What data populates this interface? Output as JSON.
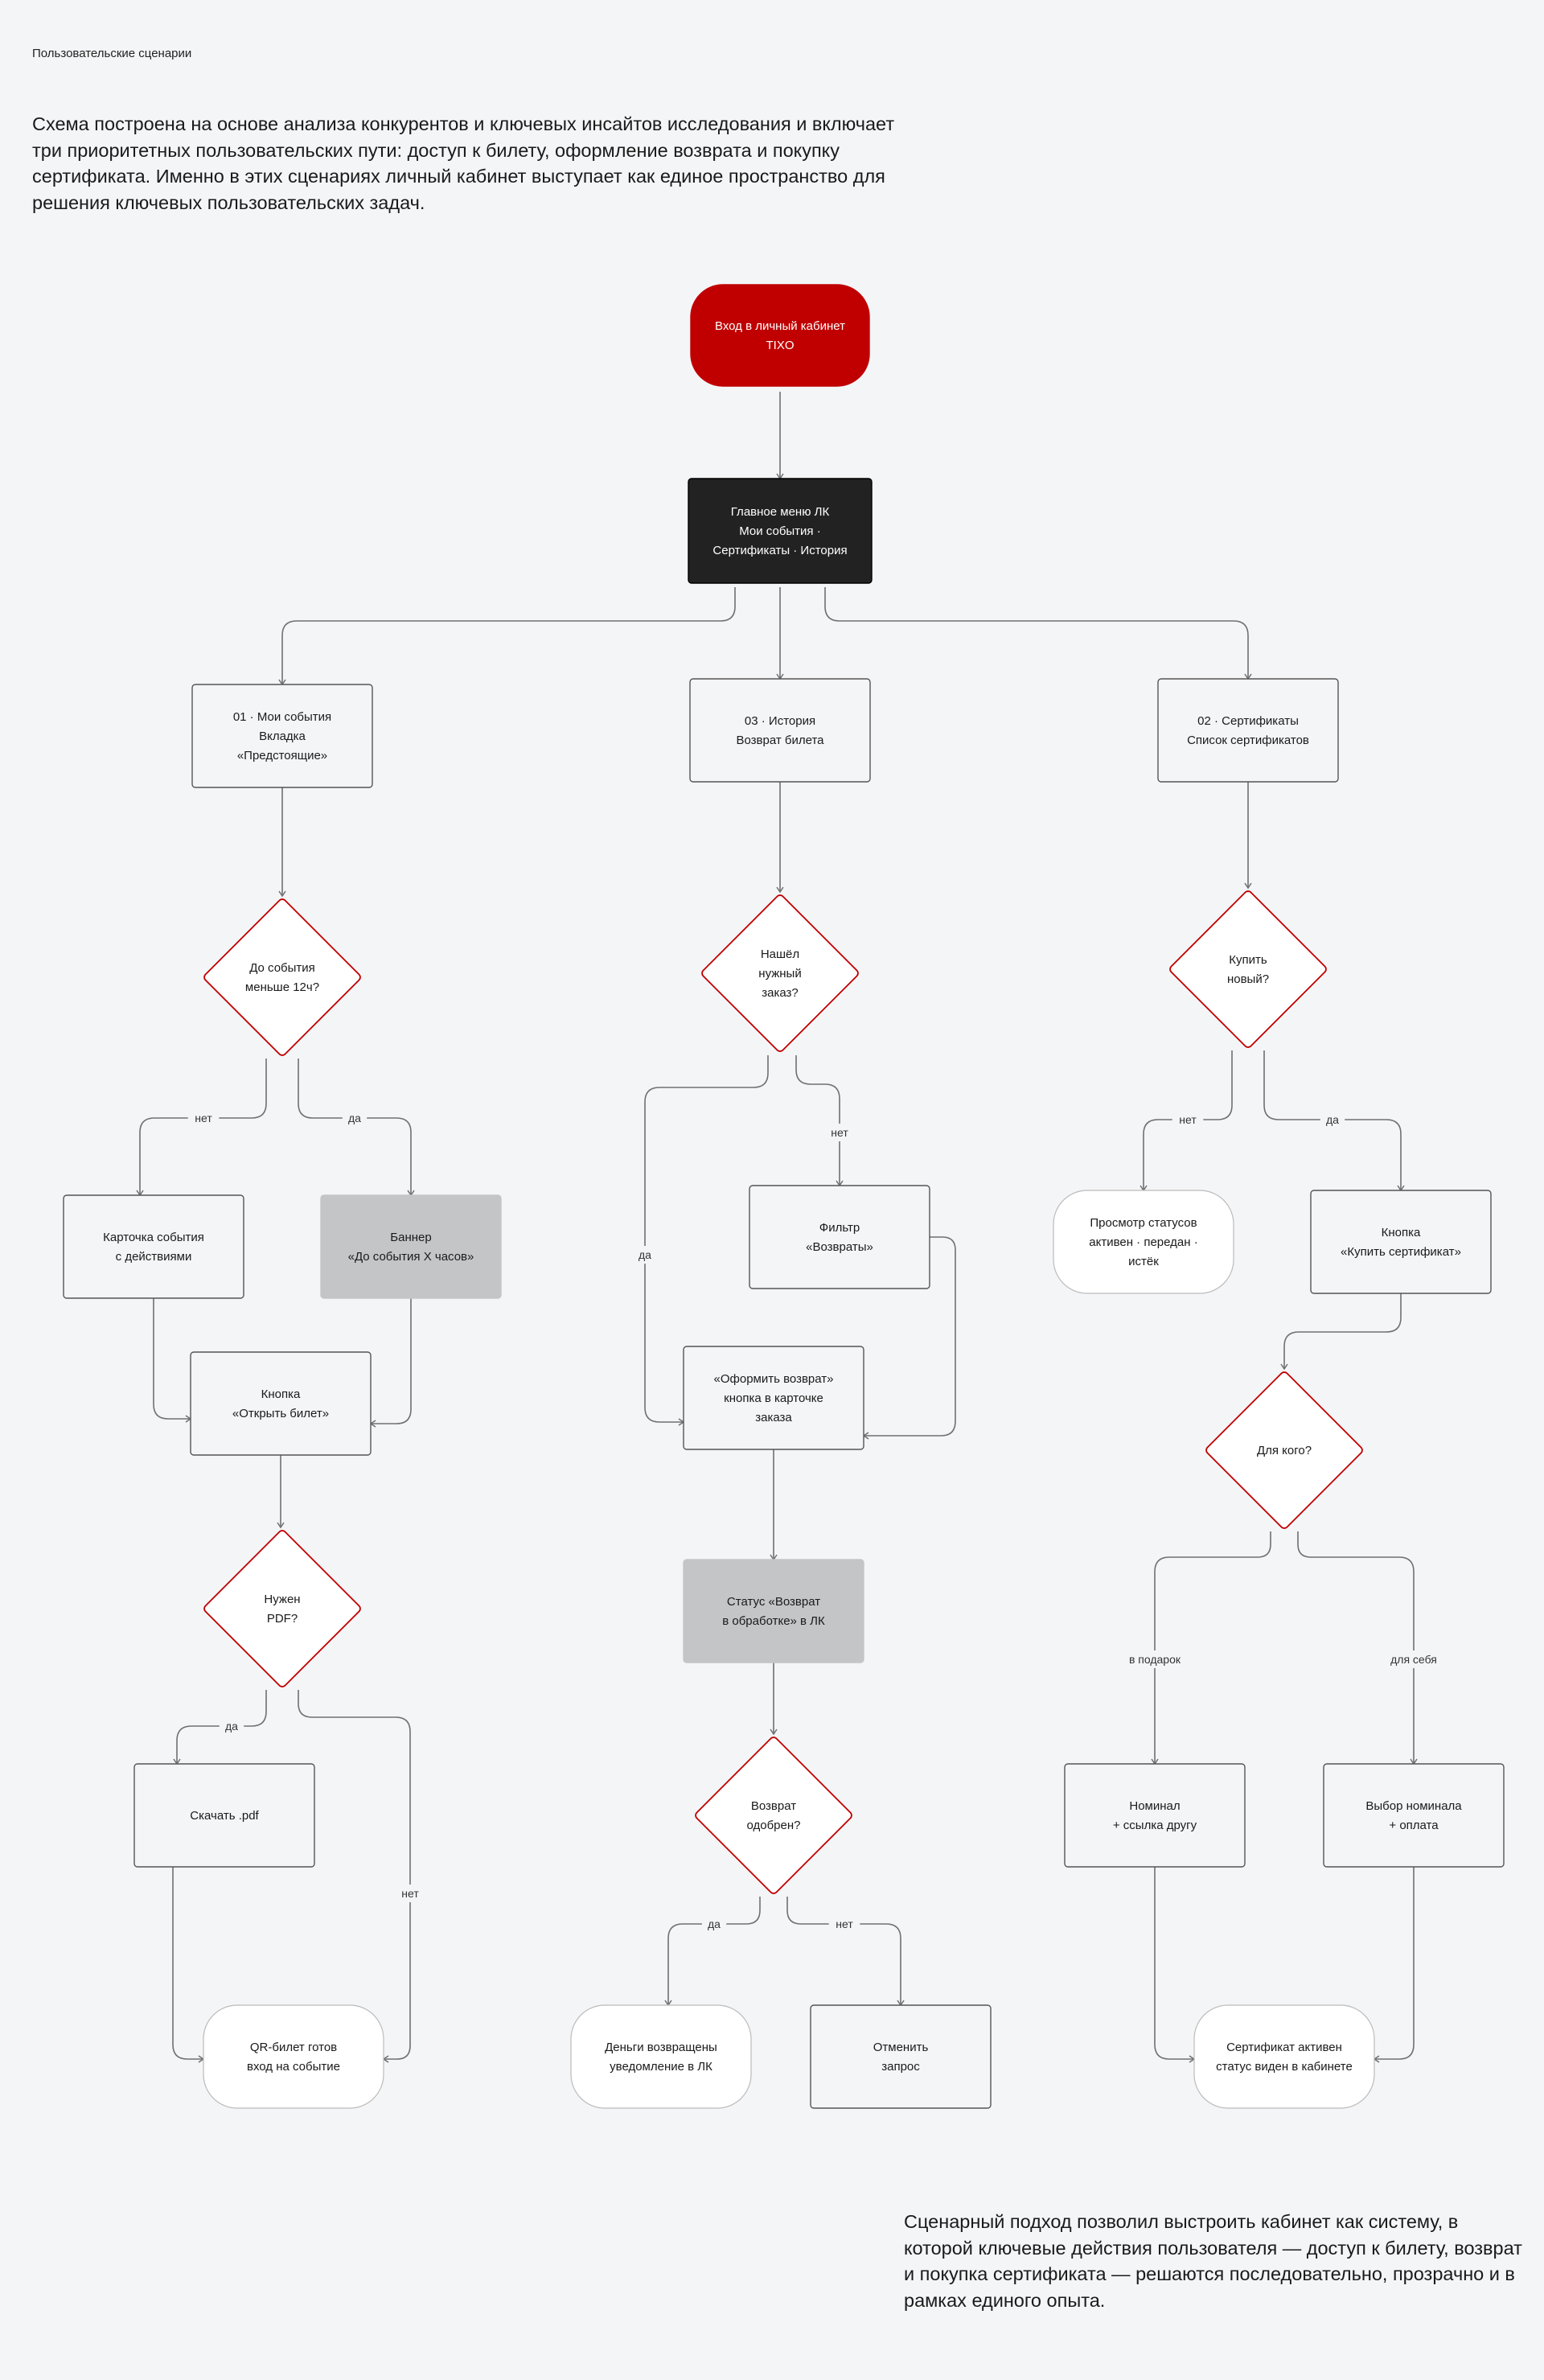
{
  "header": {
    "section_label": "Пользовательские сценарии",
    "intro": "Схема построена на основе анализа конкурентов и ключевых инсайтов исследования и включает три приоритетных пользовательских пути: доступ к билету, оформление возврата и покупку сертификата. Именно в этих сценариях личный кабинет выступает как единое пространство для решения ключевых пользовательских задач."
  },
  "footer": {
    "outro": "Сценарный подход позволил выстроить кабинет как систему, в которой ключевые действия пользователя — доступ к билету, возврат и покупка сертификата — решаются последовательно, прозрачно и в рамках единого опыта."
  },
  "colors": {
    "accent": "#c00000",
    "dark": "#222222",
    "gray_fill": "#c4c5c7",
    "box_fill": "#f4f5f7",
    "stroke": "#555555",
    "line": "#707070"
  },
  "nodes": [
    {
      "id": "start",
      "style": "start",
      "lines": [
        "Вход в личный кабинет",
        "TIXO"
      ]
    },
    {
      "id": "menu",
      "style": "dark",
      "lines": [
        "Главное меню ЛК",
        "Мои события ·",
        "Сертификаты · История"
      ]
    },
    {
      "id": "events",
      "style": "box",
      "lines": [
        "01 · Мои события",
        "Вкладка",
        "«Предстоящие»"
      ]
    },
    {
      "id": "history",
      "style": "box",
      "lines": [
        "03 · История",
        "Возврат билета"
      ]
    },
    {
      "id": "certs",
      "style": "box",
      "lines": [
        "02 · Сертификаты",
        "Список сертификатов"
      ]
    },
    {
      "id": "d1",
      "style": "diamond",
      "lines": [
        "До события",
        "меньше 12ч?"
      ]
    },
    {
      "id": "d2",
      "style": "diamond",
      "lines": [
        "Нашёл",
        "нужный",
        "заказ?"
      ]
    },
    {
      "id": "d3",
      "style": "diamond",
      "lines": [
        "Купить",
        "новый?"
      ]
    },
    {
      "id": "card",
      "style": "box",
      "lines": [
        "Карточка события",
        "с действиями"
      ]
    },
    {
      "id": "banner",
      "style": "gray",
      "lines": [
        "Баннер",
        "«До события X часов»"
      ]
    },
    {
      "id": "filter",
      "style": "box",
      "lines": [
        "Фильтр",
        "«Возвраты»"
      ]
    },
    {
      "id": "statuses",
      "style": "pill",
      "lines": [
        "Просмотр статусов",
        "активен · передан ·",
        "истёк"
      ]
    },
    {
      "id": "buybtn",
      "style": "box",
      "lines": [
        "Кнопка",
        "«Купить сертификат»"
      ]
    },
    {
      "id": "openbtn",
      "style": "box",
      "lines": [
        "Кнопка",
        "«Открыть билет»"
      ]
    },
    {
      "id": "refundbtn",
      "style": "box",
      "lines": [
        "«Оформить возврат»",
        "кнопка в карточке",
        "заказа"
      ]
    },
    {
      "id": "d4",
      "style": "diamond",
      "lines": [
        "Для кого?"
      ]
    },
    {
      "id": "d5",
      "style": "diamond",
      "lines": [
        "Нужен",
        "PDF?"
      ]
    },
    {
      "id": "status",
      "style": "gray",
      "lines": [
        "Статус «Возврат",
        "в обработке» в ЛК"
      ]
    },
    {
      "id": "gift",
      "style": "box",
      "lines": [
        "Номинал",
        "+ ссылка другу"
      ]
    },
    {
      "id": "self",
      "style": "box",
      "lines": [
        "Выбор номинала",
        "+ оплата"
      ]
    },
    {
      "id": "pdf",
      "style": "box",
      "lines": [
        "Скачать .pdf"
      ]
    },
    {
      "id": "d6",
      "style": "diamond",
      "lines": [
        "Возврат",
        "одобрен?"
      ]
    },
    {
      "id": "qr",
      "style": "pill",
      "lines": [
        "QR-билет готов",
        "вход на событие"
      ]
    },
    {
      "id": "money",
      "style": "pill",
      "lines": [
        "Деньги возвращены",
        "уведомление в ЛК"
      ]
    },
    {
      "id": "cancel",
      "style": "box",
      "lines": [
        "Отменить",
        "запрос"
      ]
    },
    {
      "id": "certok",
      "style": "pill",
      "lines": [
        "Сертификат активен",
        "статус виден в кабинете"
      ]
    }
  ],
  "edges": [
    {
      "from": "start",
      "to": "menu",
      "label": ""
    },
    {
      "from": "menu",
      "to": "events",
      "label": ""
    },
    {
      "from": "menu",
      "to": "history",
      "label": ""
    },
    {
      "from": "menu",
      "to": "certs",
      "label": ""
    },
    {
      "from": "events",
      "to": "d1",
      "label": ""
    },
    {
      "from": "history",
      "to": "d2",
      "label": ""
    },
    {
      "from": "certs",
      "to": "d3",
      "label": ""
    },
    {
      "from": "d1",
      "to": "card",
      "label": "нет"
    },
    {
      "from": "d1",
      "to": "banner",
      "label": "да"
    },
    {
      "from": "d2",
      "to": "refundbtn",
      "label": "да"
    },
    {
      "from": "d2",
      "to": "filter",
      "label": "нет"
    },
    {
      "from": "d3",
      "to": "statuses",
      "label": "нет"
    },
    {
      "from": "d3",
      "to": "buybtn",
      "label": "да"
    },
    {
      "from": "card",
      "to": "openbtn",
      "label": ""
    },
    {
      "from": "banner",
      "to": "openbtn",
      "label": ""
    },
    {
      "from": "filter",
      "to": "refundbtn",
      "label": ""
    },
    {
      "from": "buybtn",
      "to": "d4",
      "label": ""
    },
    {
      "from": "openbtn",
      "to": "d5",
      "label": ""
    },
    {
      "from": "refundbtn",
      "to": "status",
      "label": ""
    },
    {
      "from": "d4",
      "to": "gift",
      "label": "в подарок"
    },
    {
      "from": "d4",
      "to": "self",
      "label": "для себя"
    },
    {
      "from": "d5",
      "to": "pdf",
      "label": "да"
    },
    {
      "from": "d5",
      "to": "qr",
      "label": "нет"
    },
    {
      "from": "status",
      "to": "d6",
      "label": ""
    },
    {
      "from": "pdf",
      "to": "qr",
      "label": ""
    },
    {
      "from": "d6",
      "to": "money",
      "label": "да"
    },
    {
      "from": "d6",
      "to": "cancel",
      "label": "нет"
    },
    {
      "from": "gift",
      "to": "certok",
      "label": ""
    },
    {
      "from": "self",
      "to": "certok",
      "label": ""
    }
  ]
}
